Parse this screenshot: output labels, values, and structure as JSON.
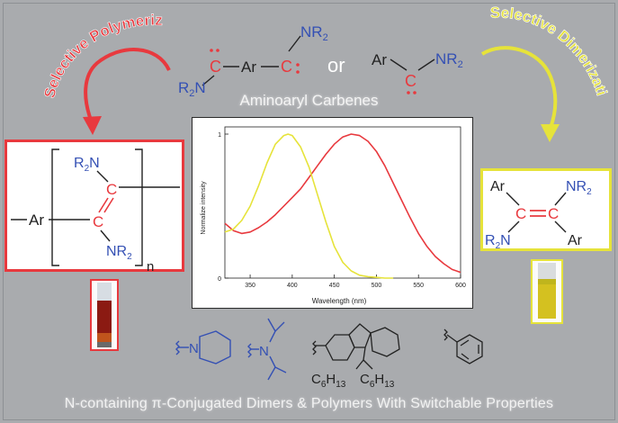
{
  "subtitle": "Aminoaryl Carbenes",
  "bottom_title": "N-containing π-Conjugated Dimers & Polymers With Switchable Properties",
  "left_arc_label": "Selective Polymerization",
  "right_arc_label": "Selective Dimerization",
  "carbene_top": {
    "nr2_top": "NR",
    "nr2_top_sub": "2",
    "c1": "C",
    "ar": "Ar",
    "c2": "C",
    "r2n": "R",
    "r2n_sub": "2",
    "r2n_n": "N",
    "or": "or"
  },
  "carbene_mono": {
    "ar": "Ar",
    "nr2": "NR",
    "nr2_sub": "2",
    "c": "C"
  },
  "polymer": {
    "r2n_top": "R",
    "r2n_top_sub": "2",
    "r2n_top_n": "N",
    "c_top": "C",
    "ar": "Ar",
    "c_bottom": "C",
    "nr2_bottom": "NR",
    "nr2_bottom_sub": "2",
    "n": "n"
  },
  "dimer": {
    "ar_left": "Ar",
    "nr2_right": "NR",
    "nr2_right_sub": "2",
    "c_left": "C",
    "c_right": "C",
    "r2n_left": "R",
    "r2n_left_sub": "2",
    "r2n_left_n": "N",
    "ar_right": "Ar"
  },
  "substituents": {
    "fluorenyl_sub_left": "C",
    "fluorenyl_sub_left_n": "6",
    "fluorenyl_sub_left_h": "H",
    "fluorenyl_sub_left_n2": "13",
    "fluorenyl_sub_right": "C",
    "fluorenyl_sub_right_n": "6",
    "fluorenyl_sub_right_h": "H",
    "fluorenyl_sub_right_n2": "13",
    "amine_n1": "N",
    "amine_n2": "N"
  },
  "colors": {
    "red": "#e8393e",
    "yellow": "#e6e33a",
    "blue": "#3450b4",
    "background": "#a9abae"
  },
  "chart_data": {
    "type": "line",
    "xlabel": "Wavelength (nm)",
    "ylabel": "Normalize intensity",
    "xlim": [
      320,
      600
    ],
    "ylim": [
      0,
      1.05
    ],
    "x_ticks": [
      350,
      400,
      450,
      500,
      550,
      600
    ],
    "y_ticks": [
      0,
      1
    ],
    "grid": false,
    "series": [
      {
        "color": "#e8393e",
        "x": [
          320,
          330,
          340,
          350,
          360,
          370,
          380,
          390,
          400,
          410,
          420,
          430,
          440,
          450,
          460,
          470,
          480,
          490,
          500,
          510,
          520,
          530,
          540,
          550,
          560,
          570,
          580,
          590,
          600
        ],
        "y": [
          0.38,
          0.33,
          0.31,
          0.32,
          0.35,
          0.39,
          0.44,
          0.5,
          0.56,
          0.62,
          0.7,
          0.78,
          0.86,
          0.93,
          0.98,
          1.0,
          0.99,
          0.95,
          0.88,
          0.78,
          0.66,
          0.54,
          0.42,
          0.31,
          0.22,
          0.15,
          0.1,
          0.06,
          0.04
        ]
      },
      {
        "color": "#e6e33a",
        "x": [
          320,
          330,
          340,
          350,
          360,
          370,
          380,
          390,
          395,
          400,
          410,
          420,
          430,
          440,
          450,
          460,
          470,
          480,
          490,
          500,
          510,
          520
        ],
        "y": [
          0.32,
          0.34,
          0.4,
          0.5,
          0.64,
          0.8,
          0.93,
          0.99,
          1.0,
          0.99,
          0.91,
          0.77,
          0.58,
          0.39,
          0.22,
          0.11,
          0.05,
          0.02,
          0.01,
          0.005,
          0.0,
          0.0
        ]
      }
    ]
  }
}
